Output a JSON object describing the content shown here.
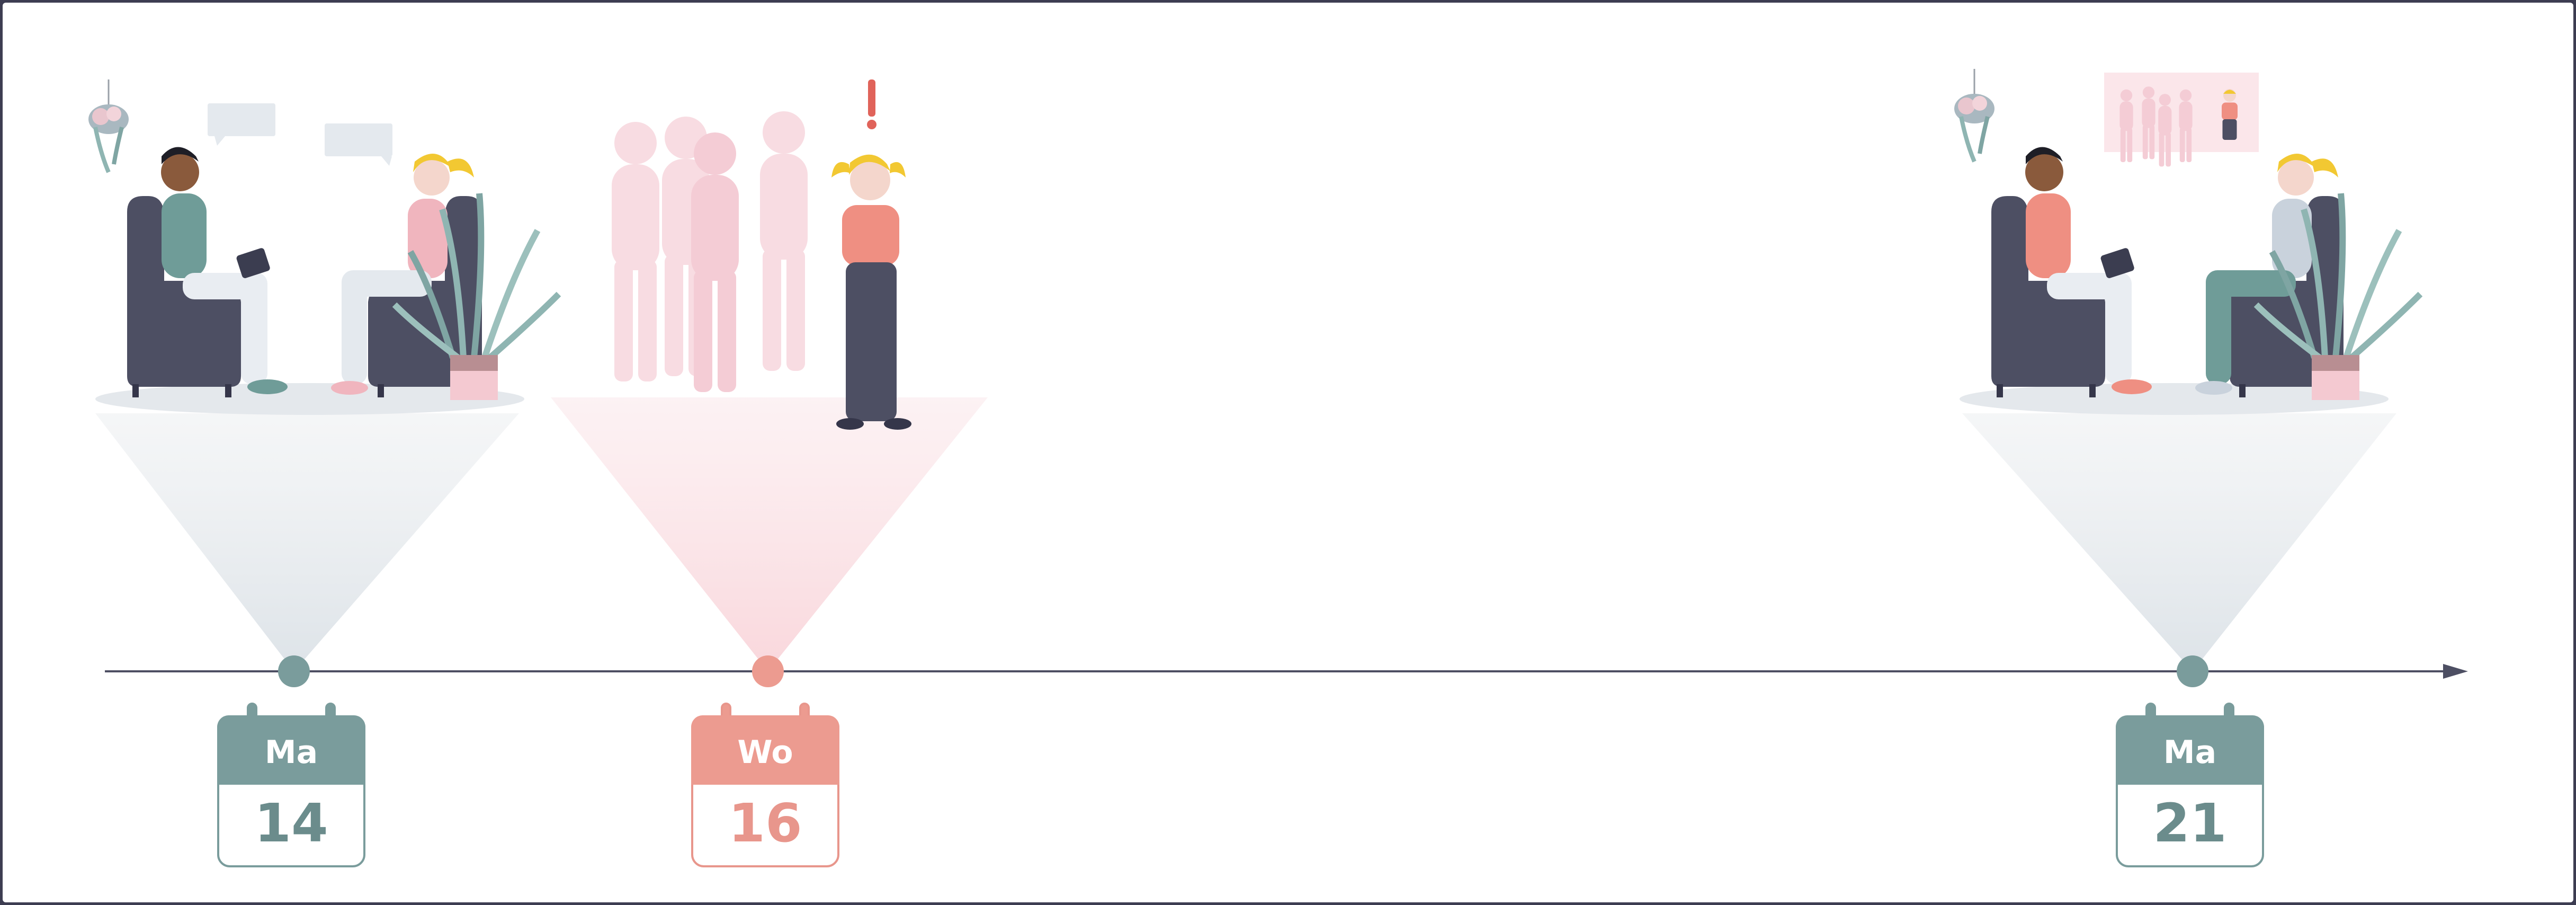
{
  "colors": {
    "teal": "#7a9c9c",
    "coral": "#ec9b90",
    "axis": "#4d4f63",
    "armchair": "#4d4f63",
    "ghost": "#f8dce2",
    "hair": "#f2c832"
  },
  "timeline": {
    "arrow": "right-arrow",
    "events": [
      {
        "id": "session-1",
        "day": "Ma",
        "date": "14",
        "tone": "teal",
        "scene": "counselling-session"
      },
      {
        "id": "incident",
        "day": "Wo",
        "date": "16",
        "tone": "coral",
        "scene": "group-incident"
      },
      {
        "id": "session-2",
        "day": "Ma",
        "date": "21",
        "tone": "teal",
        "scene": "counselling-session-recalling-incident"
      }
    ]
  }
}
